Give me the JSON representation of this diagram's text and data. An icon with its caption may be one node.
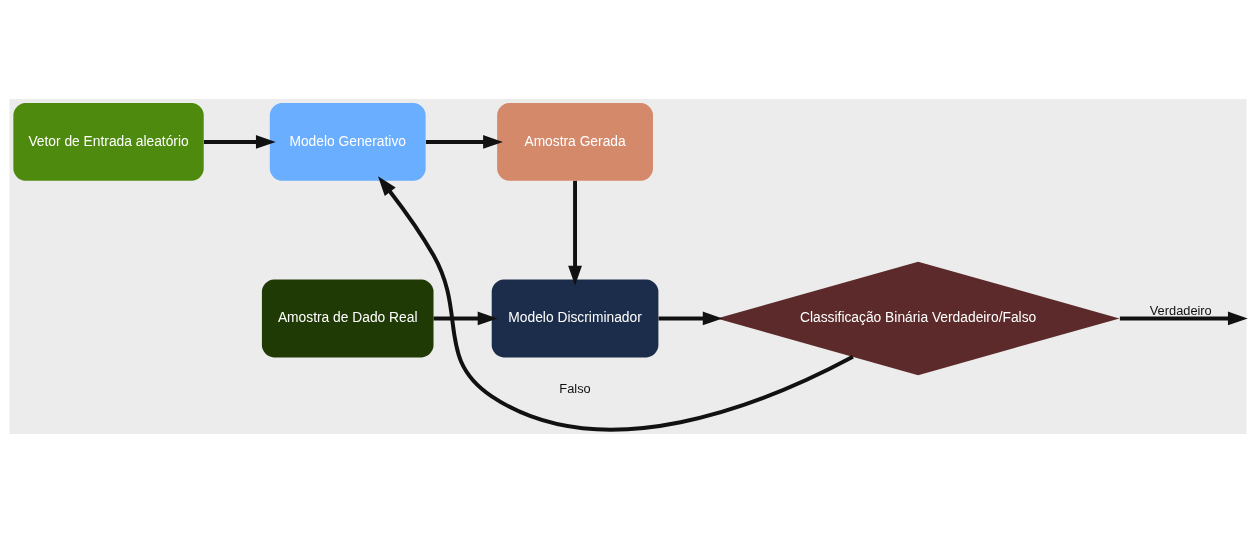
{
  "diagram": {
    "nodes": [
      {
        "text": [
          "Vetor de Entrada aleatório"
        ]
      },
      {
        "text": [
          "Modelo Generativo"
        ]
      },
      {
        "text": [
          "Amostra Gerada"
        ]
      },
      {
        "text": [
          "Modelo Discriminador"
        ]
      },
      {
        "text": [
          "Amostra de Dado Real"
        ]
      },
      {
        "text": [
          "Classificação Binária Verdadeiro/Falso"
        ]
      }
    ],
    "edges": [
      {
        "from": 0,
        "to": 1,
        "arrow": "to"
      },
      {
        "from": 1,
        "to": 2,
        "arrow": "to"
      },
      {
        "from": 2,
        "to": 3,
        "arrow": "to"
      },
      {
        "from": 4,
        "to": 3,
        "arrow": "to"
      },
      {
        "from": 3,
        "to": 5,
        "arrow": "to"
      },
      {
        "from": 5,
        "to": 1,
        "arrow": "to",
        "label": "Falso"
      },
      {
        "from": 5,
        "to": null,
        "arrow": "to",
        "label": "Verdadeiro"
      }
    ]
  }
}
